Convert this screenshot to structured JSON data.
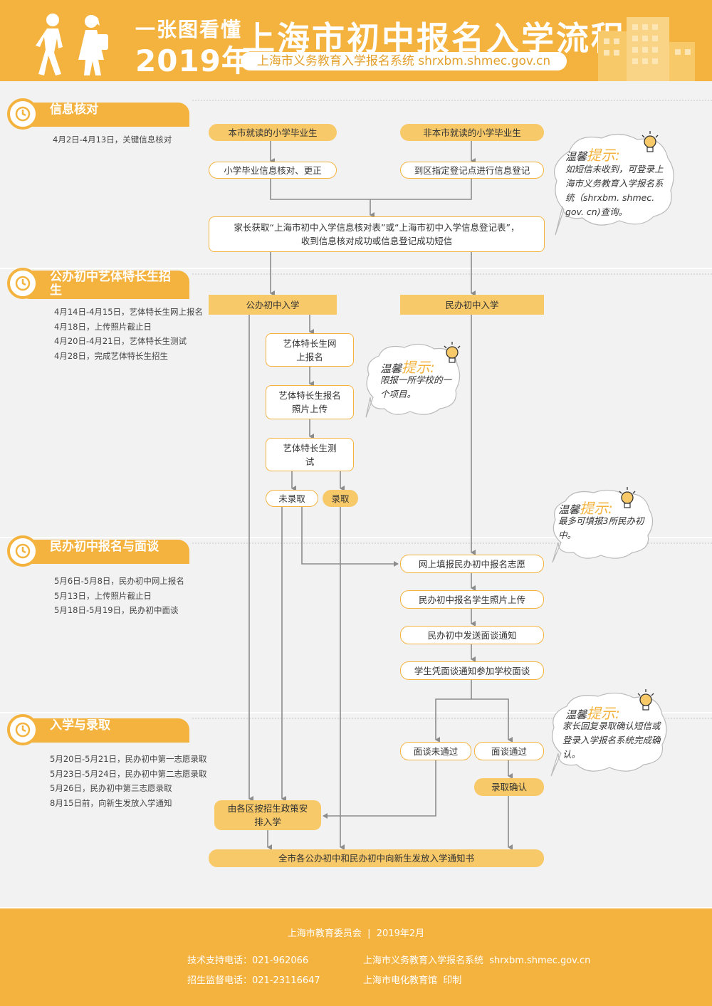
{
  "header": {
    "subtitle": "一张图看懂",
    "year": "2019年",
    "title": "上海市初中报名入学流程",
    "site": "上海市义务教育入学报名系统 shrxbm.shmec.gov.cn"
  },
  "sections": [
    {
      "title": "信息核对",
      "dates": [
        "4月2日-4月13日，关键信息核对"
      ]
    },
    {
      "title": "公办初中艺体特长生招生",
      "dates": [
        "4月14日-4月15日，艺体特长生网上报名",
        "4月18日，上传照片截止日",
        "4月20日-4月21日，艺体特长生测试",
        "4月28日，完成艺体特长生招生"
      ]
    },
    {
      "title": "民办初中报名与面谈",
      "dates": [
        "5月6日-5月8日，民办初中网上报名",
        "5月13日，上传照片截止日",
        "5月18日-5月19日，民办初中面谈"
      ]
    },
    {
      "title": "入学与录取",
      "dates": [
        "5月20日-5月21日，民办初中第一志愿录取",
        "5月23日-5月24日，民办初中第二志愿录取",
        "5月26日，民办初中第三志愿录取",
        "8月15日前，向新生发放入学通知"
      ]
    }
  ],
  "flow": {
    "local_grad": "本市就读的小学毕业生",
    "nonlocal_grad": "非本市就读的小学毕业生",
    "verify": "小学毕业信息核对、更正",
    "register": "到区指定登记点进行信息登记",
    "parent": "家长获取“上海市初中入学信息核对表”或“上海市初中入学信息登记表”，收到信息核对成功或信息登记成功短信",
    "public": "公办初中入学",
    "private": "民办初中入学",
    "art_signup": "艺体特长生网上报名",
    "art_photo": "艺体特长生报名照片上传",
    "art_test": "艺体特长生测试",
    "not_admitted": "未录取",
    "admitted": "录取",
    "priv_wish": "网上填报民办初中报名志愿",
    "priv_photo": "民办初中报名学生照片上传",
    "priv_notice": "民办初中发送面谈通知",
    "priv_interview": "学生凭面谈通知参加学校面谈",
    "int_fail": "面谈未通过",
    "int_pass": "面谈通过",
    "confirm": "录取确认",
    "district": "由各区按招生政策安排入学",
    "final": "全市各公办初中和民办初中向新生发放入学通知书"
  },
  "tips": [
    {
      "head": "温馨",
      "hl": "提示:",
      "text": "如短信未收到，可登录上海市义务教育入学报名系统（shrxbm. shmec. gov. cn)查询。"
    },
    {
      "head": "温馨",
      "hl": "提示:",
      "text": "限报一所学校的一个项目。"
    },
    {
      "head": "温馨",
      "hl": "提示:",
      "text": "最多可填报3所民办初中。"
    },
    {
      "head": "温馨",
      "hl": "提示:",
      "text": "家长回复录取确认短信或登录入学报名系统完成确认。"
    }
  ],
  "footer": {
    "org": "上海市教育委员会  |  2019年2月",
    "tech": "技术支持电话：021-962066",
    "supervise": "招生监督电话：021-23116647",
    "system": "上海市义务教育入学报名系统  shrxbm.shmec.gov.cn",
    "printer": "上海市电化教育馆  印制"
  },
  "colors": {
    "accent": "#f4b33f",
    "node_fill": "#f7c969",
    "band": "#f2f2f2",
    "line": "#8c8c8c"
  },
  "icons": {
    "section": "clock-icon",
    "tip": "lightbulb-icon"
  }
}
